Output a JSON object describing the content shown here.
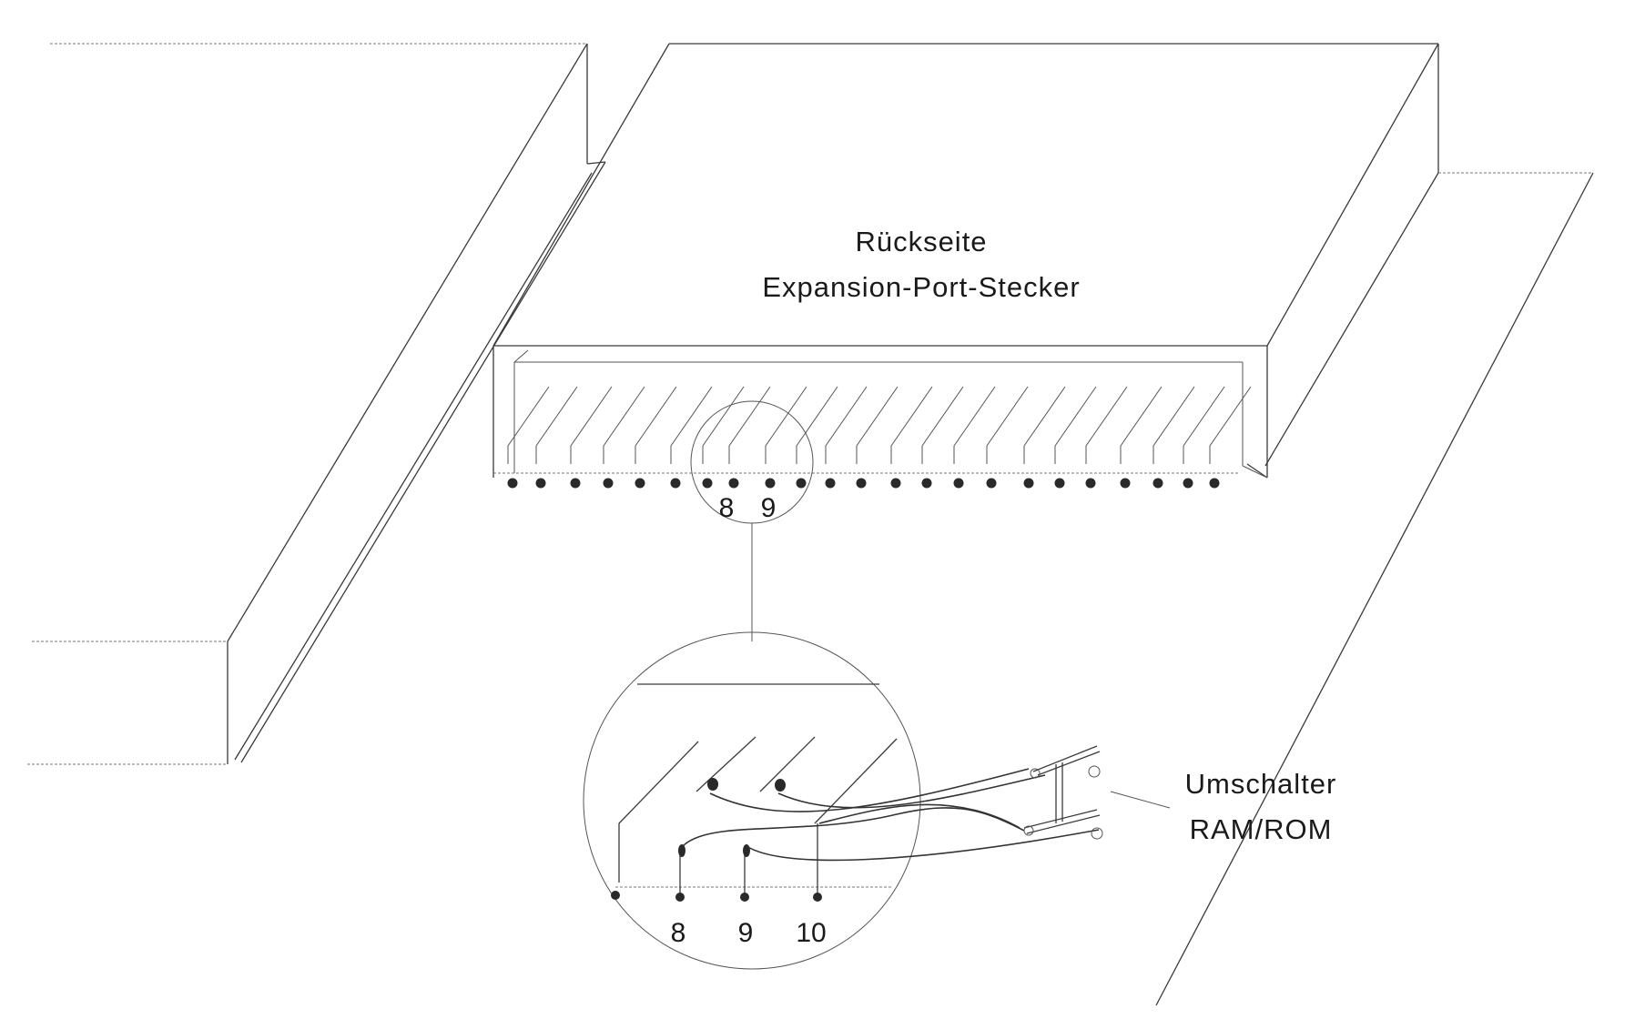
{
  "labels": {
    "back_side": "Rückseite",
    "expansion_port": "Expansion-Port-Stecker",
    "switch_line1": "Umschalter",
    "switch_line2": "RAM/ROM",
    "pin_top_8": "8",
    "pin_top_9": "9",
    "pin_detail_8": "8",
    "pin_detail_9": "9",
    "pin_detail_10": "10"
  },
  "colors": {
    "line": "#3a3a3a",
    "background": "#ffffff"
  }
}
